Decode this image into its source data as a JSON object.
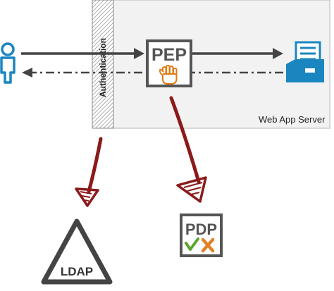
{
  "web_app_server": {
    "label": "Web App Server"
  },
  "authentication": {
    "label": "Authentication"
  },
  "pep": {
    "label": "PEP",
    "icon": "hand-stop-icon"
  },
  "pdp": {
    "label": "PDP",
    "icons": [
      "checkmark-icon",
      "cross-icon"
    ]
  },
  "ldap": {
    "label": "LDAP"
  },
  "user": {
    "icon": "user-icon"
  },
  "web_app": {
    "icon": "web-app-icon"
  },
  "colors": {
    "arrow": "#444444",
    "red_arrow": "#8b1a1a",
    "user_blue": "#1a86c0",
    "hand_orange": "#e07c12",
    "check_green": "#5aa52b",
    "cross_orange": "#e0822a",
    "box_border": "#555555"
  }
}
